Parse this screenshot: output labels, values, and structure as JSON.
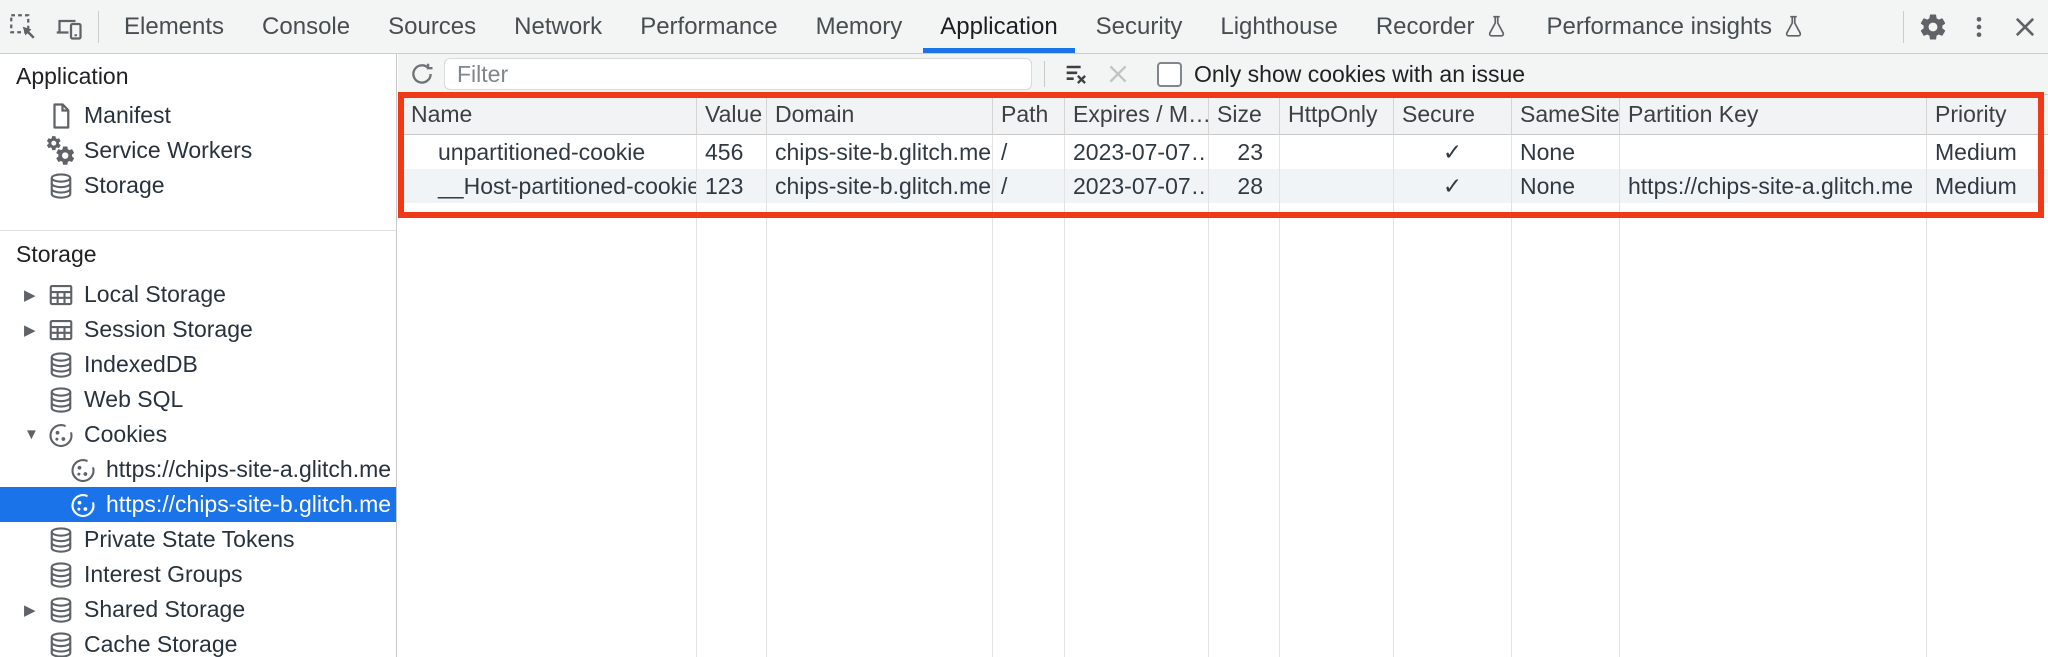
{
  "colors": {
    "accent": "#1a73e8",
    "annotation": "#f03a17",
    "toolbar_bg": "#f3f4f4",
    "header_bg": "#f1f3f4",
    "alt_row_bg": "#f1f4f7"
  },
  "glyphs": {
    "collapsed": "▶",
    "expanded": "▼"
  },
  "tabbar": {
    "tabs": [
      {
        "label": "Elements"
      },
      {
        "label": "Console"
      },
      {
        "label": "Sources"
      },
      {
        "label": "Network"
      },
      {
        "label": "Performance"
      },
      {
        "label": "Memory"
      },
      {
        "label": "Application"
      },
      {
        "label": "Security"
      },
      {
        "label": "Lighthouse"
      },
      {
        "label": "Recorder"
      },
      {
        "label": "Performance insights"
      }
    ],
    "active_tab": "Application"
  },
  "sidebar": {
    "sections": [
      {
        "title": "Application",
        "items": [
          {
            "label": "Manifest"
          },
          {
            "label": "Service Workers"
          },
          {
            "label": "Storage"
          }
        ]
      },
      {
        "title": "Storage",
        "items": [
          {
            "label": "Local Storage"
          },
          {
            "label": "Session Storage"
          },
          {
            "label": "IndexedDB"
          },
          {
            "label": "Web SQL"
          },
          {
            "label": "Cookies"
          },
          {
            "label": "https://chips-site-a.glitch.me"
          },
          {
            "label": "https://chips-site-b.glitch.me"
          },
          {
            "label": "Private State Tokens"
          },
          {
            "label": "Interest Groups"
          },
          {
            "label": "Shared Storage"
          },
          {
            "label": "Cache Storage"
          }
        ]
      }
    ],
    "selected_item": "https://chips-site-b.glitch.me"
  },
  "toolbar": {
    "filter_placeholder": "Filter",
    "filter_value": "",
    "only_issues_label": "Only show cookies with an issue",
    "only_issues_checked": false
  },
  "cookie_table": {
    "columns": [
      "Name",
      "Value",
      "Domain",
      "Path",
      "Expires / M…",
      "Size",
      "HttpOnly",
      "Secure",
      "SameSite",
      "Partition Key",
      "Priority"
    ],
    "rows": [
      {
        "name": "unpartitioned-cookie",
        "value": "456",
        "domain": "chips-site-b.glitch.me",
        "path": "/",
        "expires": "2023-07-07…",
        "size": "23",
        "http_only": "",
        "secure": "✓",
        "same_site": "None",
        "partition_key": "",
        "priority": "Medium"
      },
      {
        "name": "__Host-partitioned-cookie",
        "value": "123",
        "domain": "chips-site-b.glitch.me",
        "path": "/",
        "expires": "2023-07-07…",
        "size": "28",
        "http_only": "",
        "secure": "✓",
        "same_site": "None",
        "partition_key": "https://chips-site-a.glitch.me",
        "priority": "Medium"
      }
    ]
  }
}
